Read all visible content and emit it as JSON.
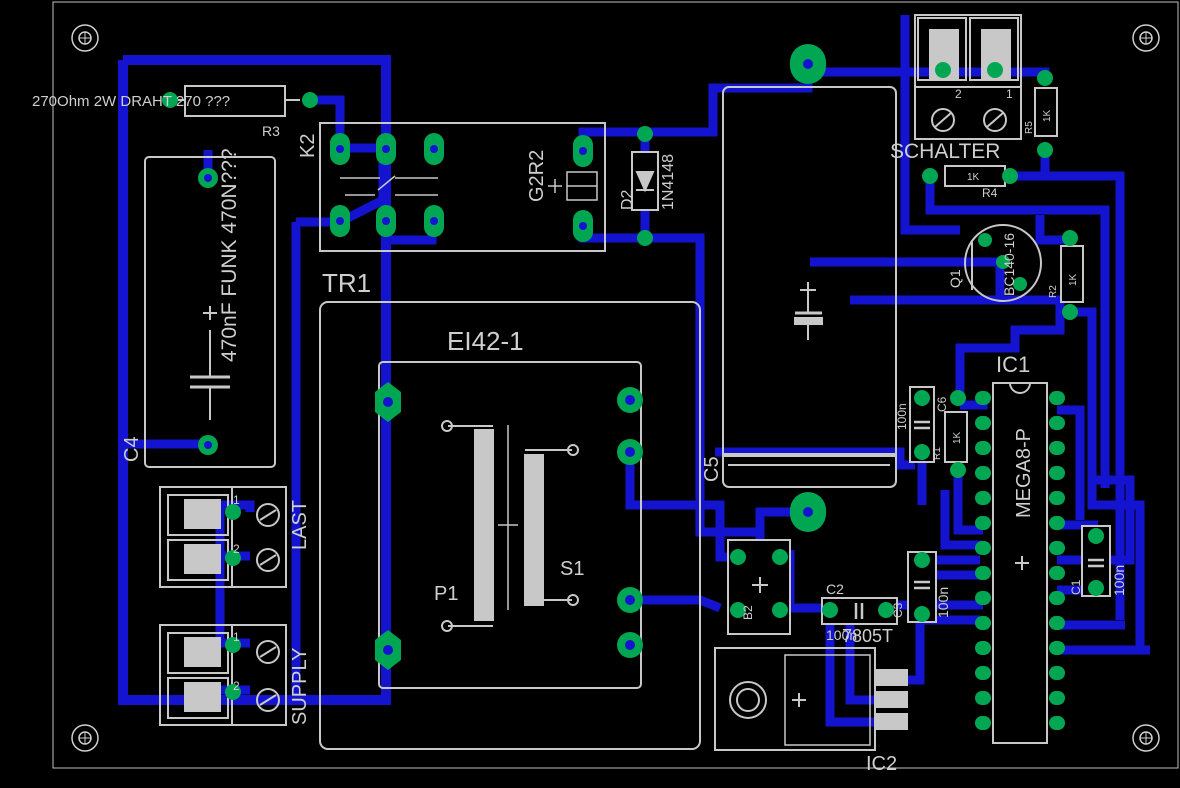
{
  "board": {
    "background": "#000000",
    "outline_color": "#bfbfbf",
    "trace_color": "#1414d0",
    "pad_color": "#00a651",
    "silk_color": "#cfcfcf"
  },
  "labels": {
    "r3_value": "270Ohm 2W DRAHT 270 ???",
    "r3_name": "R3",
    "k2_name": "K2",
    "k2_value": "G2R2",
    "d2_name": "D2",
    "d2_value": "1N4148",
    "c4_value": "470nF FUNK 470N???",
    "c4_name": "C4",
    "tr1_name": "TR1",
    "tr1_value": "EI42-1",
    "p1": "P1",
    "s1": "S1",
    "last": "LAST",
    "supply": "SUPPLY",
    "pin1": "1",
    "pin2": "2",
    "c5_name": "C5",
    "schalter": "SCHALTER",
    "r4_name": "R4",
    "r4_value": "1K",
    "r5_name": "R5",
    "r5_value": "1K",
    "q1_name": "Q1",
    "q1_value": "BC140-16",
    "r2_name": "R2",
    "r2_value": "1K",
    "ic1_name": "IC1",
    "ic1_value": "MEGA8-P",
    "c6_name": "C6",
    "c6_value": "100n",
    "r1_name": "R1",
    "r1_value": "1K",
    "c1_name": "C1",
    "c1_value": "100n",
    "c3_name": "C3",
    "c3_value": "100n",
    "c2_name": "C2",
    "c2_value": "100n",
    "ic2_value": "7805T",
    "ic2_name": "IC2",
    "b2_name": "B2"
  },
  "drill_mark_count": 4
}
